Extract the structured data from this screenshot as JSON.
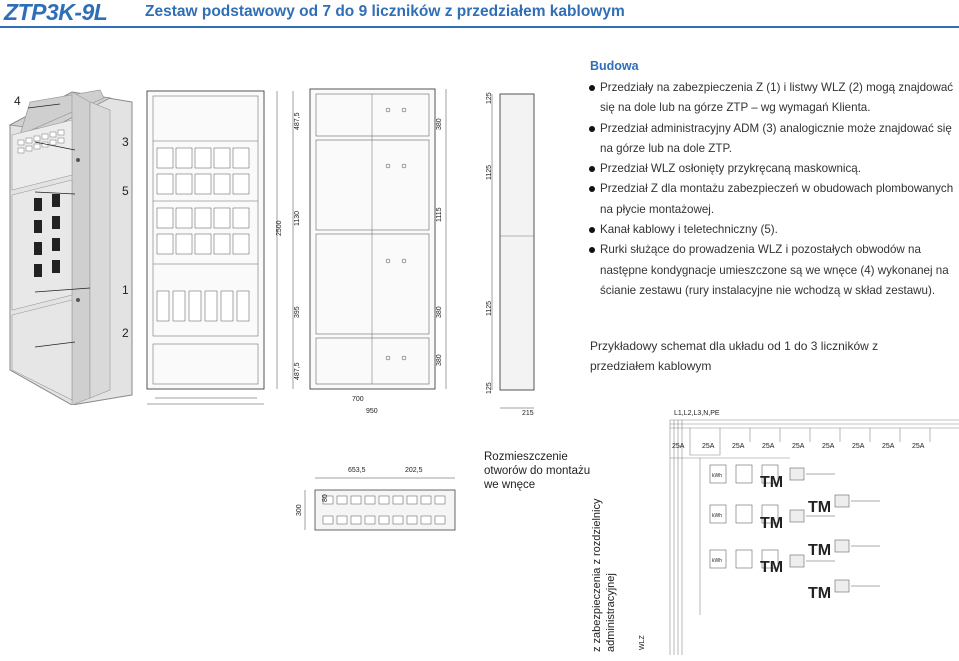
{
  "header": {
    "code": "ZTP3K-9L",
    "title": "Zestaw podstawowy od 7 do 9 liczników z przedziałem kablowym"
  },
  "construction": {
    "heading": "Budowa",
    "bullets": [
      "Przedziały na zabezpieczenia Z (1) i listwy WLZ (2) mogą znajdować się na dole lub na górze ZTP – wg wymagań Klienta.",
      "Przedział administracyjny ADM (3) analogicznie może znajdować się na górze lub na dole ZTP.",
      "Przedział WLZ osłonięty przykręcaną maskownicą.",
      "Przedział Z dla montażu zabezpieczeń w obudowach plombowanych na płycie montażowej.",
      "Kanał kablowy i teletechniczny (5).",
      "Rurki służące do prowadzenia WLZ i pozostałych obwodów na następne kondygnacje umieszczone są we wnęce (4) wykonanej na ścianie zestawu (rury instalacyjne nie wchodzą w skład zestawu)."
    ]
  },
  "schema_caption": "Przykładowy schemat dla układu od 1 do 3 liczników z przedziałem kablowym",
  "holes_caption": "Rozmieszczenie otworów do montażu we wnęce",
  "vertical_caption": "z zabezpieczenia z rozdzielnicy administracyjnej",
  "callouts": [
    "4",
    "3",
    "5",
    "1",
    "2"
  ],
  "dims": {
    "front_height": "2500",
    "front_upper": "1130",
    "front_lower_mid": "395",
    "top": "487,5",
    "bottom": "487,5",
    "width_inner": "700",
    "width_outer": "950",
    "door_380a": "380",
    "door_1115": "1115",
    "door_380b": "380",
    "door_380c": "380",
    "side_125": "125",
    "side_1125a": "1125",
    "side_1125b": "1125",
    "side_125b": "125",
    "depth": "215",
    "hole_a": "653,5",
    "hole_b": "202,5",
    "hole_h": "300",
    "hole_s": "80"
  },
  "schematic": {
    "bus": "L1,L2,L3,N,PE",
    "fuse": "25A",
    "tm": "TM",
    "meter": "kWh",
    "wlz": "WLZ"
  },
  "colors": {
    "accent": "#2f6fb7",
    "line": "#555555"
  }
}
